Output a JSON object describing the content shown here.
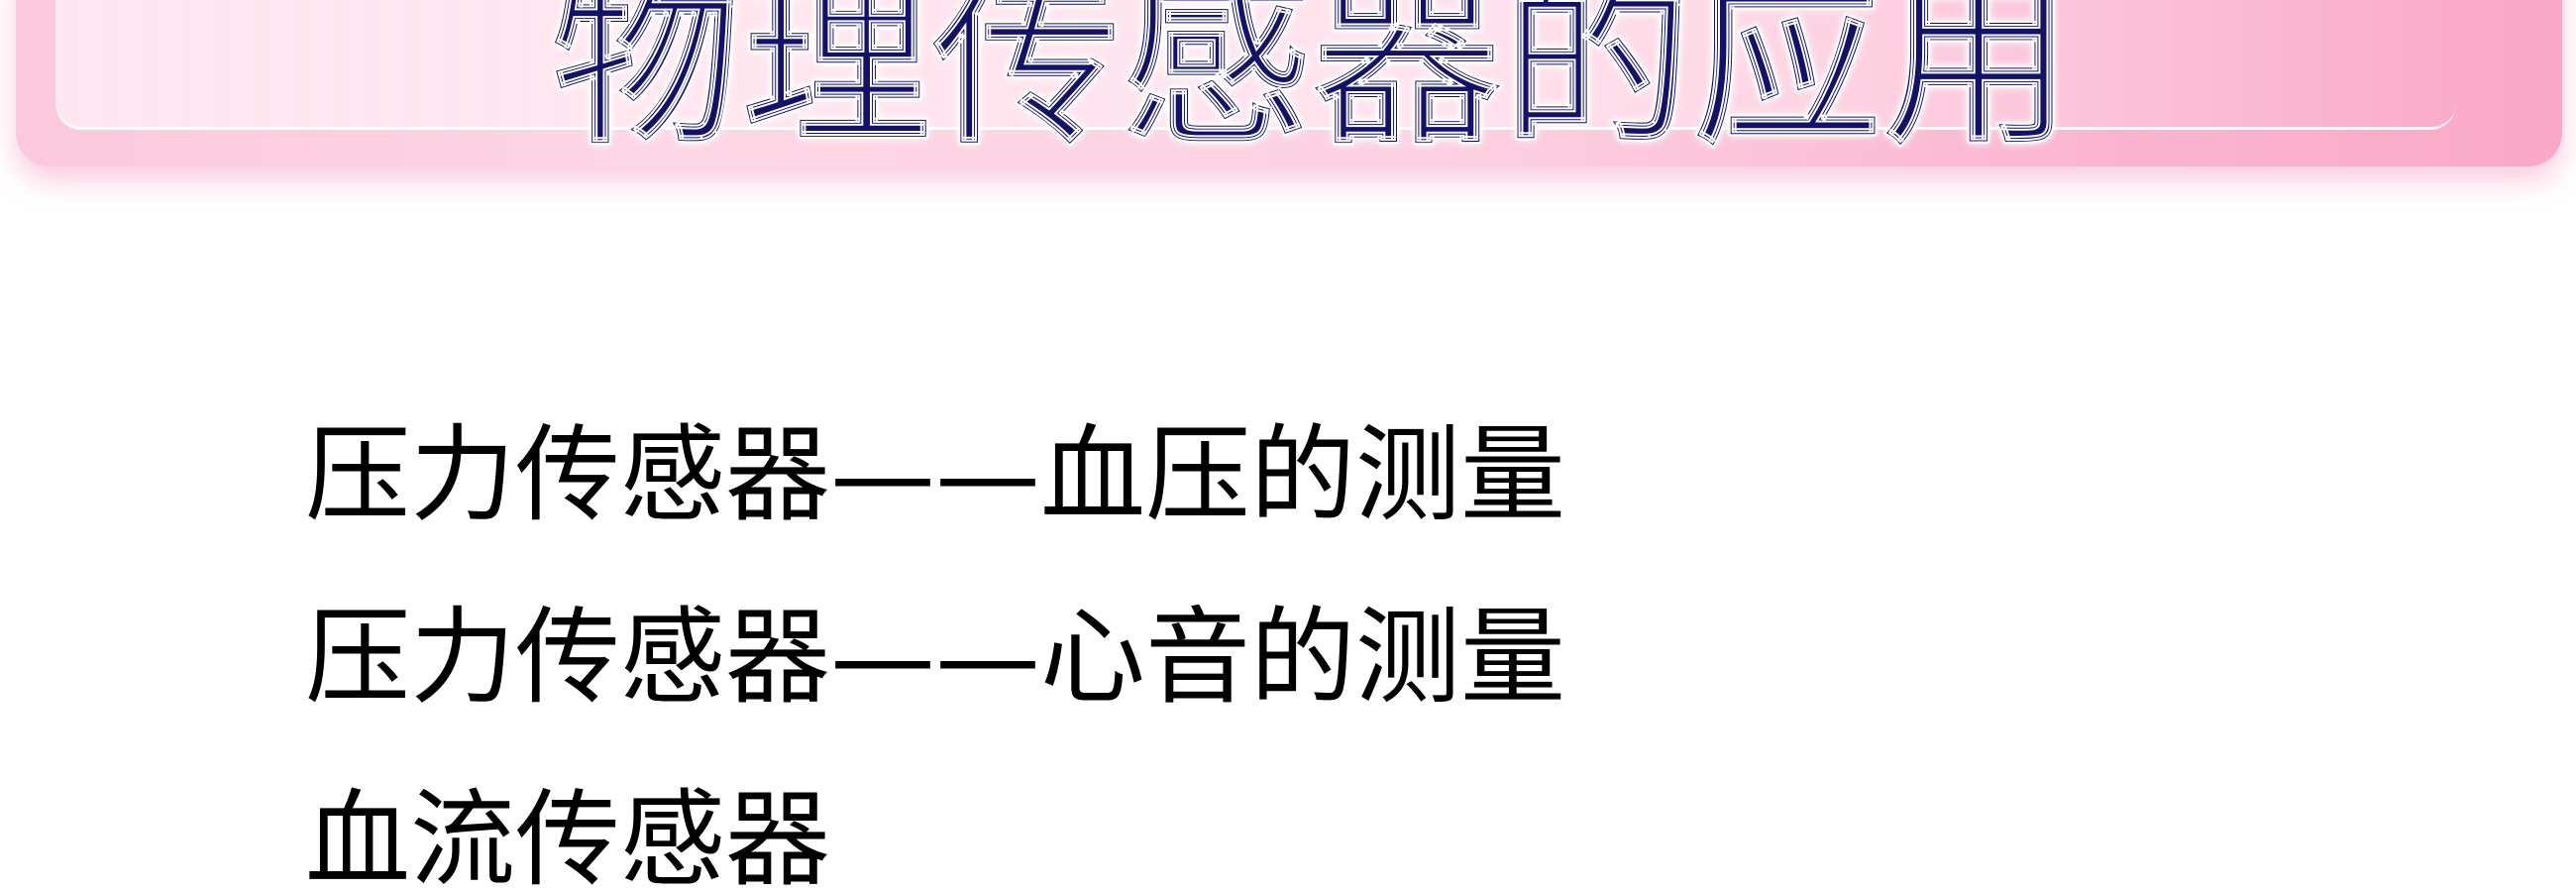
{
  "slide": {
    "title": "物理传感器的应用",
    "items": [
      "压力传感器——血压的测量",
      "压力传感器——心音的测量",
      "血流传感器"
    ]
  },
  "colors": {
    "title_text": "#13116a",
    "banner_light": "#fdd6e5",
    "banner_dark": "#f9a9c7",
    "body_text": "#000000"
  }
}
